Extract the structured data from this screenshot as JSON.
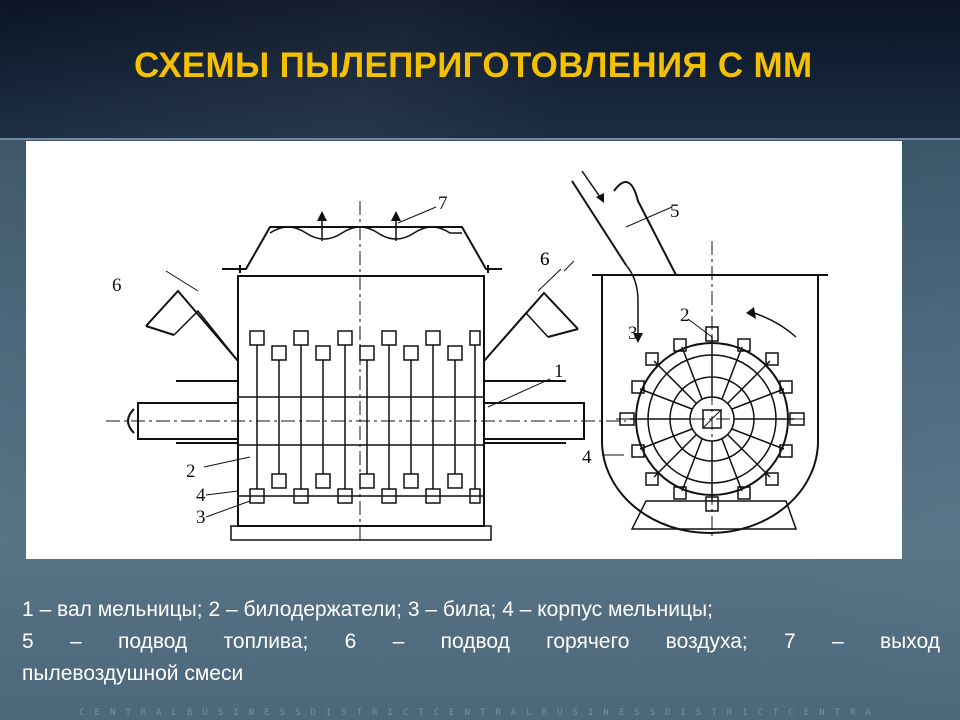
{
  "slide": {
    "title": "СХЕМЫ ПЫЛЕПРИГОТОВЛЕНИЯ С ММ",
    "caption": {
      "line1": "1 – вал мельницы; 2 – билодержатели; 3 – била; 4 – корпус мельницы;",
      "line2": "5 – подвод топлива; 6 – подвод горячего воздуха; 7 – выход",
      "line3": "пылевоздушной смеси"
    },
    "footer_text": "CENTRALBUSINESSDISTRICTCENTRALBUSINESSDISTRICTCENTRA"
  },
  "diagram": {
    "left_view_labels": [
      "7",
      "6",
      "6",
      "1",
      "2",
      "4",
      "3"
    ],
    "right_view_labels": [
      "5",
      "6",
      "2",
      "3",
      "4"
    ],
    "colors": {
      "title": "#f5c000",
      "ink": "#111111"
    }
  }
}
